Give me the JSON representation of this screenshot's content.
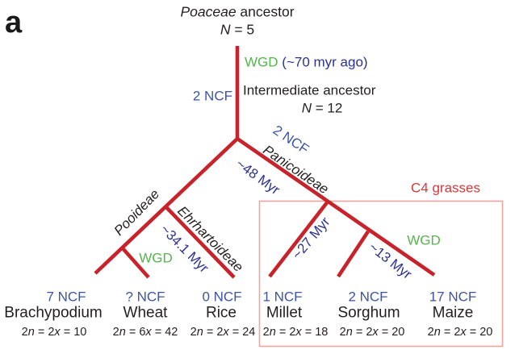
{
  "panel_label": "a",
  "colors": {
    "branch_red": "#c8232a",
    "c4_box_border": "#f2a39e",
    "c4_label_red": "#d9393c",
    "ncf_blue": "#3b55a6",
    "time_navy": "#2c3190",
    "wgd_green": "#55b54c",
    "text_black": "#231f20"
  },
  "root": {
    "title_html": "<i>Poaceae</i> ancestor",
    "chromosome_html": "<i>N</i> = 5"
  },
  "wgd_event": {
    "label": "WGD",
    "time": "(~70 myr ago)"
  },
  "root_branch": {
    "ncf": "2 NCF"
  },
  "intermediate": {
    "title": "Intermediate ancestor",
    "chromosome_html": "<i>N</i> = 12"
  },
  "branches": {
    "panicoideae": {
      "ncf": "2 NCF",
      "name": "Panicoideae",
      "age": "~48 Myr"
    },
    "pooideae": {
      "name": "Pooideae"
    },
    "ehrhartoideae": {
      "name": "Ehrhartoideae",
      "age": "~34.1 Myr"
    },
    "wheat_wgd": "WGD",
    "millet": {
      "age": "~27 Myr"
    },
    "sorghum_maize": {
      "age": "~13 Myr",
      "wgd": "WGD"
    }
  },
  "c4_group": {
    "label": "C4 grasses"
  },
  "leaves": [
    {
      "ncf": "7 NCF",
      "name": "Brachypodium",
      "karyotype_html": "2<i>n</i> = 2<i>x</i> = 10"
    },
    {
      "ncf": "? NCF",
      "name": "Wheat",
      "karyotype_html": "2<i>n</i> = 6<i>x</i> = 42"
    },
    {
      "ncf": "0 NCF",
      "name": "Rice",
      "karyotype_html": "2<i>n</i> = 2<i>x</i> = 24"
    },
    {
      "ncf": "1 NCF",
      "name": "Millet",
      "karyotype_html": "2<i>n</i> = 2<i>x</i> = 18"
    },
    {
      "ncf": "2 NCF",
      "name": "Sorghum",
      "karyotype_html": "2<i>n</i> = 2<i>x</i> = 20"
    },
    {
      "ncf": "17 NCF",
      "name": "Maize",
      "karyotype_html": "2<i>n</i> = 2<i>x</i> = 20"
    }
  ]
}
